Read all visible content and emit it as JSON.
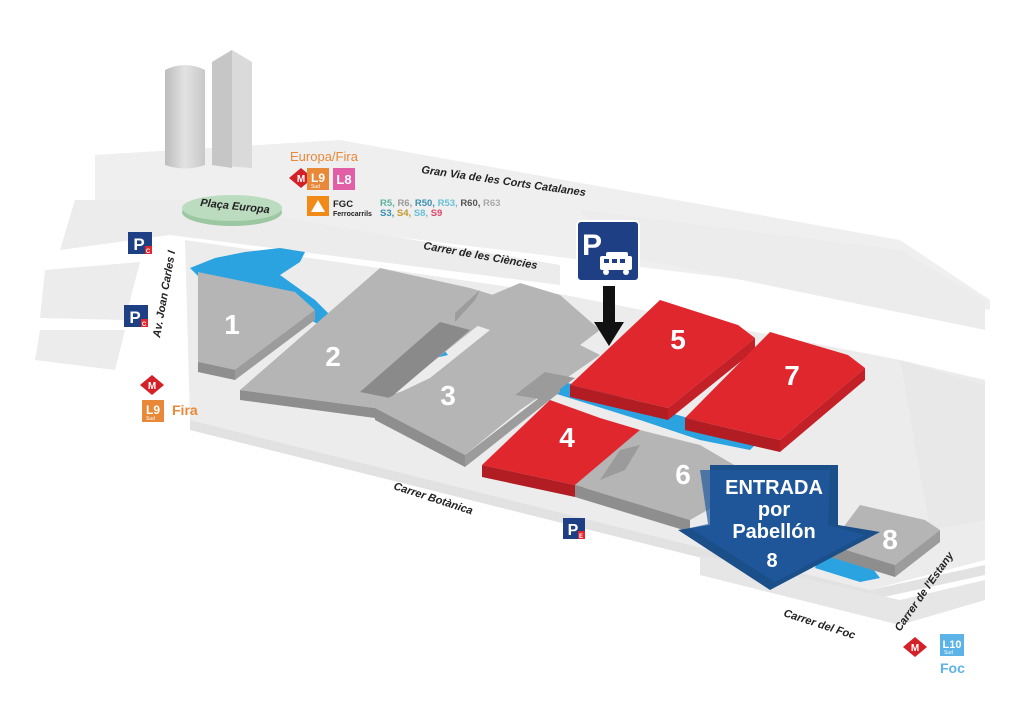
{
  "map": {
    "stations": {
      "europa_fira": {
        "name": "Europa/Fira",
        "metro_symbol": "M",
        "lines": [
          {
            "code": "L9",
            "sub": "Sud",
            "color": "#e8893a"
          },
          {
            "code": "L8",
            "sub": "",
            "color": "#e25fa8"
          }
        ],
        "fgc": {
          "code": "FGC",
          "name": "Ferrocarrils",
          "row1": [
            {
              "t": "R5",
              "c": "#5ab3a0"
            },
            {
              "t": "R6",
              "c": "#9a9a9a"
            },
            {
              "t": "R50",
              "c": "#3a8fb0"
            },
            {
              "t": "R53",
              "c": "#6ac0d8"
            },
            {
              "t": "R60",
              "c": "#555555"
            },
            {
              "t": "R63",
              "c": "#aaaaaa"
            }
          ],
          "row2": [
            {
              "t": "S3",
              "c": "#3a8fb0"
            },
            {
              "t": "S4",
              "c": "#c59a2a"
            },
            {
              "t": "S8",
              "c": "#6ac0d8"
            },
            {
              "t": "S9",
              "c": "#e0456a"
            }
          ]
        }
      },
      "fira": {
        "name": "Fira",
        "metro_symbol": "M",
        "line": "L9",
        "sub": "Sud",
        "color": "#e8893a"
      },
      "foc": {
        "name": "Foc",
        "metro_symbol": "M",
        "line": "L10",
        "sub": "Sud",
        "color": "#5bb3e8"
      }
    },
    "streets": {
      "gran_via": "Gran Via de les Corts Catalanes",
      "ciencies": "Carrer de les Ciències",
      "botanica": "Carrer Botànica",
      "foc": "Carrer del Foc",
      "estany": "Carrer de l'Estany",
      "joan_carles": "Av. Joan Carles I",
      "placa_europa": "Plaça Europa"
    },
    "parking": {
      "symbol": "P",
      "cars_sub": "C",
      "e_sub": "E"
    },
    "halls": [
      {
        "number": "1",
        "color": "#b5b5b5",
        "highlighted": false
      },
      {
        "number": "2",
        "color": "#b5b5b5",
        "highlighted": false
      },
      {
        "number": "3",
        "color": "#b5b5b5",
        "highlighted": false
      },
      {
        "number": "4",
        "color": "#e0272d",
        "highlighted": true
      },
      {
        "number": "5",
        "color": "#e0272d",
        "highlighted": true
      },
      {
        "number": "6",
        "color": "#b5b5b5",
        "highlighted": false
      },
      {
        "number": "7",
        "color": "#e0272d",
        "highlighted": true
      },
      {
        "number": "8",
        "color": "#b5b5b5",
        "highlighted": false
      }
    ],
    "entrance": {
      "line1": "ENTRADA",
      "line2": "por",
      "line3": "Pabellón",
      "line4": "8",
      "color": "#1b4f8a"
    },
    "colors": {
      "water": "#2ba3e0",
      "ground": "#ececec",
      "road": "#f7f7f7",
      "hall_grey": "#b5b5b5",
      "hall_red": "#e0272d",
      "parking_blue": "#1f3f85",
      "metro_red": "#d42027"
    }
  }
}
